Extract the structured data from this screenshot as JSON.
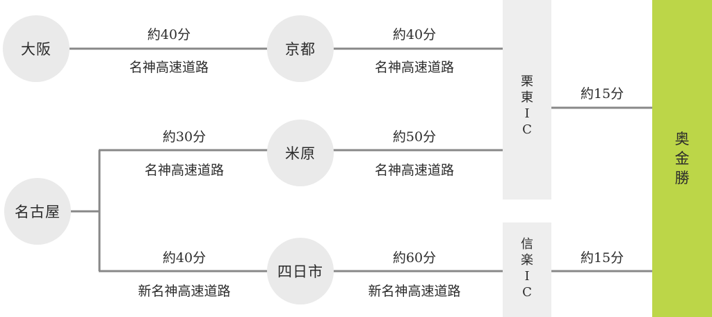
{
  "cities": {
    "osaka": "大阪",
    "kyoto": "京都",
    "maibara": "米原",
    "nagoya": "名古屋",
    "yokkaichi": "四日市"
  },
  "routes": {
    "osaka_kyoto": {
      "time": "約40分",
      "road": "名神高速道路"
    },
    "kyoto_ritto": {
      "time": "約40分",
      "road": "名神高速道路"
    },
    "nagoya_maibara": {
      "time": "約30分",
      "road": "名神高速道路"
    },
    "maibara_ritto": {
      "time": "約50分",
      "road": "名神高速道路"
    },
    "nagoya_yokkaichi": {
      "time": "約40分",
      "road": "新名神高速道路"
    },
    "yokkaichi_shigaraki": {
      "time": "約60分",
      "road": "新名神高速道路"
    },
    "ritto_dest": {
      "time": "約15分"
    },
    "shigaraki_dest": {
      "time": "約15分"
    }
  },
  "interchanges": {
    "ritto": [
      "栗",
      "東",
      "I",
      "C"
    ],
    "shigaraki": [
      "信",
      "楽",
      "I",
      "C"
    ]
  },
  "destination": [
    "奥",
    "金",
    "勝"
  ],
  "colors": {
    "line": "#888888",
    "circle": "#eaeaea",
    "ic_box": "#eeeeee",
    "destination": "#bcd648"
  }
}
